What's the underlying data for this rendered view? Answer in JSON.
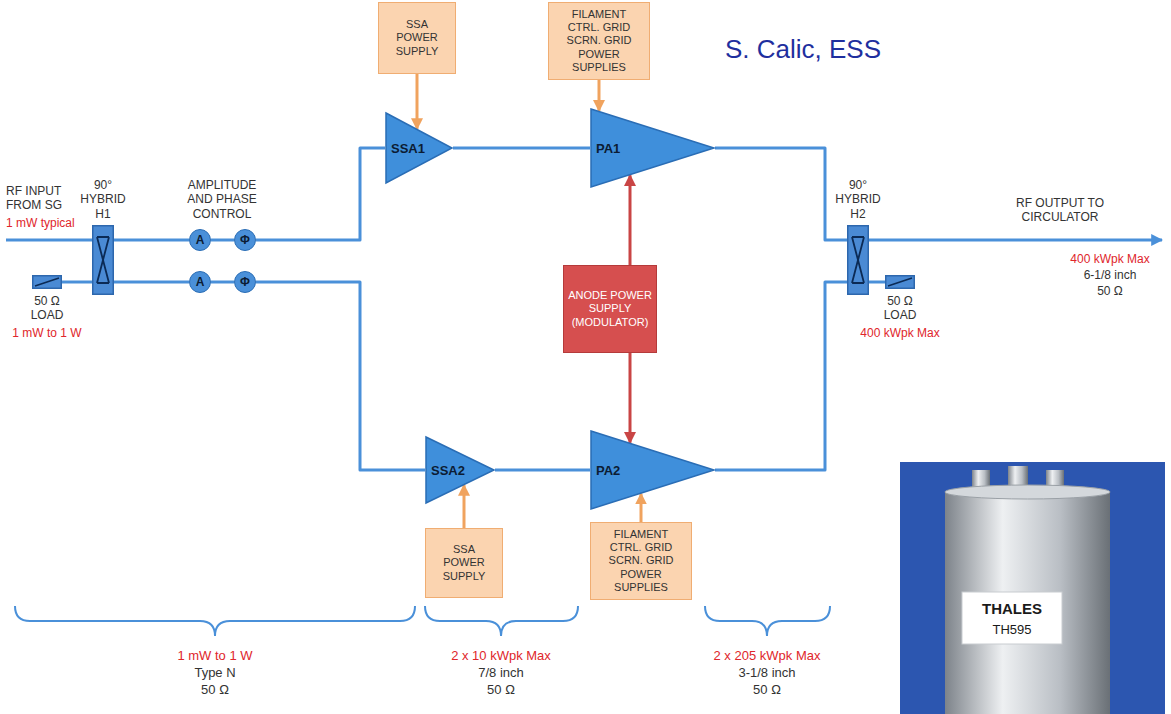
{
  "diagram": {
    "nodes": [
      {
        "text": [
          "SSA POWER SUPPLY"
        ]
      },
      {
        "text": [
          "FILAMENT CTRL. GRID SCRN. GRID POWER SUPPLIES"
        ]
      },
      {
        "text": [
          "90° HYBRID H1"
        ]
      },
      {
        "text": [
          "50 Ω LOAD",
          "1 mW to 1 W"
        ]
      },
      {
        "text": [
          "A"
        ]
      },
      {
        "text": [
          "Φ"
        ]
      },
      {
        "text": [
          "A"
        ]
      },
      {
        "text": [
          "Φ"
        ]
      },
      {
        "text": [
          "SSA1"
        ]
      },
      {
        "text": [
          "PA1"
        ]
      },
      {
        "text": [
          "ANODE POWER SUPPLY (MODULATOR)"
        ]
      },
      {
        "text": [
          "SSA2"
        ]
      },
      {
        "text": [
          "PA2"
        ]
      },
      {
        "text": [
          "SSA POWER SUPPLY"
        ]
      },
      {
        "text": [
          "FILAMENT CTRL. GRID SCRN. GRID POWER SUPPLIES"
        ]
      },
      {
        "text": [
          "90° HYBRID H2"
        ]
      },
      {
        "text": [
          "50 Ω LOAD",
          "400 kWpk Max"
        ]
      }
    ],
    "edges": [
      {
        "from": 3,
        "to": 2,
        "arrow": "none"
      },
      {
        "from": 2,
        "to": 4,
        "arrow": "none"
      },
      {
        "from": 2,
        "to": 6,
        "arrow": "none"
      },
      {
        "from": 4,
        "to": 5,
        "arrow": "none"
      },
      {
        "from": 5,
        "to": 8,
        "arrow": "none"
      },
      {
        "from": 8,
        "to": 9,
        "arrow": "none"
      },
      {
        "from": 6,
        "to": 7,
        "arrow": "none"
      },
      {
        "from": 7,
        "to": 11,
        "arrow": "none"
      },
      {
        "from": 11,
        "to": 12,
        "arrow": "none"
      },
      {
        "from": 9,
        "to": 15,
        "arrow": "none"
      },
      {
        "from": 12,
        "to": 15,
        "arrow": "none"
      },
      {
        "from": 15,
        "to": 16,
        "arrow": "none"
      },
      {
        "from": 0,
        "to": 8,
        "arrow": "to"
      },
      {
        "from": 1,
        "to": 9,
        "arrow": "to"
      },
      {
        "from": 10,
        "to": 9,
        "arrow": "to"
      },
      {
        "from": 10,
        "to": 12,
        "arrow": "to"
      },
      {
        "from": 13,
        "to": 11,
        "arrow": "to"
      },
      {
        "from": 14,
        "to": 12,
        "arrow": "to"
      }
    ],
    "labels": [
      "S. Calic, ESS",
      "RF INPUT FROM SG",
      "1 mW typical",
      "AMPLITUDE AND PHASE CONTROL",
      "RF OUTPUT TO CIRCULATOR",
      "400 kWpk Max",
      "6-1/8 inch",
      "50 Ω",
      "1 mW to 1 W",
      "Type N",
      "50 Ω",
      "2 x 10 kWpk Max",
      "7/8 inch",
      "50 Ω",
      "2 x 205 kWpk Max",
      "3-1/8 inch",
      "50 Ω",
      "THALES",
      "TH595"
    ]
  }
}
